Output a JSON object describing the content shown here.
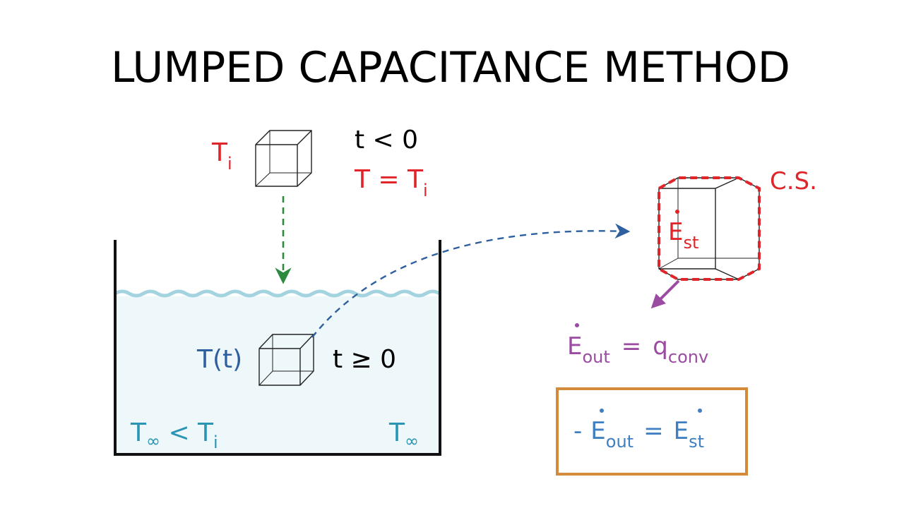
{
  "title": "LUMPED CAPACITANCE METHOD",
  "colors": {
    "red": "#e0242a",
    "blue": "#2e5f9e",
    "teal": "#2a94b3",
    "green": "#2b8a3e",
    "purple": "#9b4ba1",
    "water": "#eef7fa",
    "wave": "#a4d3e0",
    "box_border": "#d38a3a",
    "box_text": "#3f7fc2"
  },
  "icons": {
    "initial_cube": "wireframe-cube-icon",
    "immersed_cube": "wireframe-cube-icon",
    "control_surface_cube": "wireframe-cube-icon"
  },
  "initial": {
    "temp_main": "T",
    "temp_sub": "i",
    "time_condition": "t < 0",
    "equation_lhs": "T = T",
    "equation_sub": "i"
  },
  "tank": {
    "cube_label": "T(t)",
    "time_condition": "t ≥ 0",
    "fluid_condition_main": "T",
    "fluid_condition_sub": "∞",
    "fluid_condition_mid": " < T",
    "fluid_condition_sub2": "i",
    "fluid_temp_main": "T",
    "fluid_temp_sub": "∞"
  },
  "control_surface": {
    "label": "C.S.",
    "stored_main": "E",
    "stored_sub": "st"
  },
  "energy_out": {
    "lhs_main": "E",
    "lhs_sub": "out",
    "equals": "=",
    "rhs_main": "q",
    "rhs_sub": "conv"
  },
  "balance": {
    "minus": "-",
    "lhs_main": "E",
    "lhs_sub": "out",
    "equals": "=",
    "rhs_main": "E",
    "rhs_sub": "st"
  }
}
